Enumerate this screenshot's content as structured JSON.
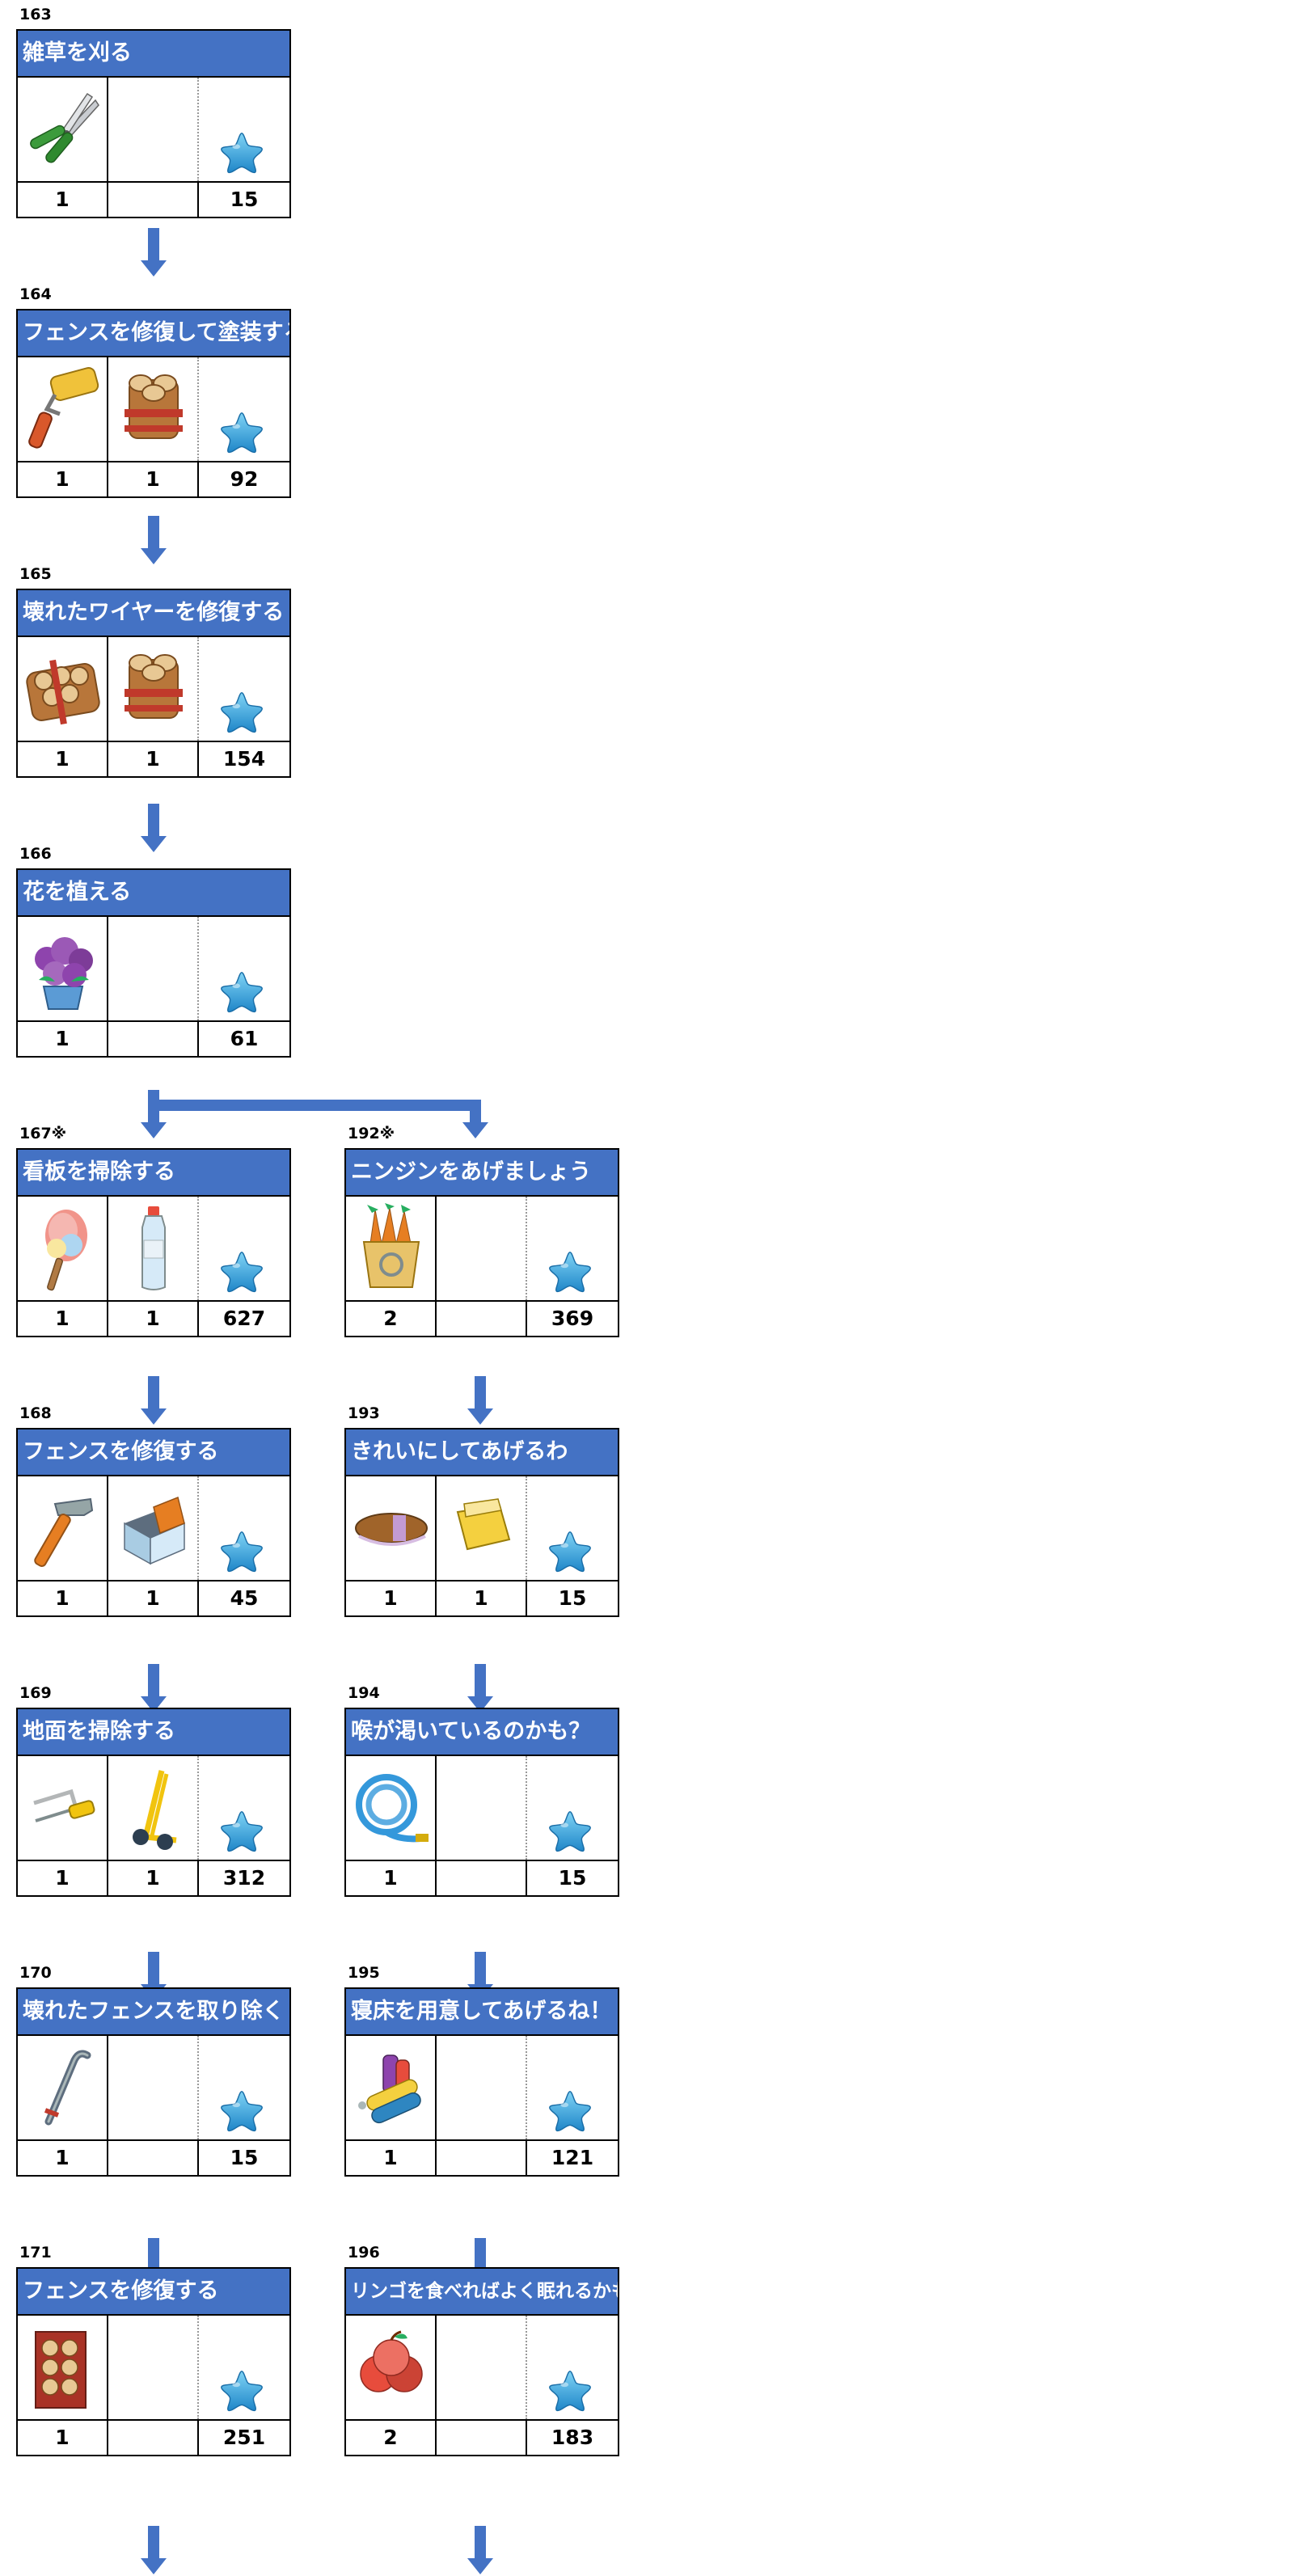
{
  "colors": {
    "header": "#4472c4",
    "arrow": "#4472c4",
    "star": "#3ea8e0",
    "border": "#000000"
  },
  "tasks": {
    "t163": {
      "num": "163",
      "title": "雑草を刈る",
      "icons": [
        "garden-shears-icon",
        "",
        "star-icon"
      ],
      "counts": [
        "1",
        "",
        "15"
      ]
    },
    "t164": {
      "num": "164",
      "title": "フェンスを修復して塗装する",
      "icons": [
        "paint-roller-icon",
        "tied-logs-icon",
        "star-icon"
      ],
      "counts": [
        "1",
        "1",
        "92"
      ]
    },
    "t165": {
      "num": "165",
      "title": "壊れたワイヤーを修復する",
      "icons": [
        "log-bundle-icon",
        "tied-logs-icon",
        "star-icon"
      ],
      "counts": [
        "1",
        "1",
        "154"
      ]
    },
    "t166": {
      "num": "166",
      "title": "花を植える",
      "icons": [
        "flower-pot-icon",
        "",
        "star-icon"
      ],
      "counts": [
        "1",
        "",
        "61"
      ]
    },
    "t167": {
      "num": "167※",
      "title": "看板を掃除する",
      "icons": [
        "feather-duster-icon",
        "water-bottle-icon",
        "star-icon"
      ],
      "counts": [
        "1",
        "1",
        "627"
      ]
    },
    "t168": {
      "num": "168",
      "title": "フェンスを修復する",
      "icons": [
        "hammer-icon",
        "nail-box-icon",
        "star-icon"
      ],
      "counts": [
        "1",
        "1",
        "45"
      ]
    },
    "t169": {
      "num": "169",
      "title": "地面を掃除する",
      "icons": [
        "hacksaw-icon",
        "hand-truck-icon",
        "star-icon"
      ],
      "counts": [
        "1",
        "1",
        "312"
      ]
    },
    "t170": {
      "num": "170",
      "title": "壊れたフェンスを取り除く",
      "icons": [
        "crowbar-icon",
        "",
        "star-icon"
      ],
      "counts": [
        "1",
        "",
        "15"
      ]
    },
    "t171": {
      "num": "171",
      "title": "フェンスを修復する",
      "icons": [
        "log-rack-icon",
        "",
        "star-icon"
      ],
      "counts": [
        "1",
        "",
        "251"
      ]
    },
    "t192": {
      "num": "192※",
      "title": "ニンジンをあげましょう",
      "icons": [
        "carrot-basket-icon",
        "",
        "star-icon"
      ],
      "counts": [
        "2",
        "",
        "369"
      ]
    },
    "t193": {
      "num": "193",
      "title": "きれいにしてあげるわ",
      "icons": [
        "brush-icon",
        "sponge-cloth-icon",
        "star-icon"
      ],
      "counts": [
        "1",
        "1",
        "15"
      ]
    },
    "t194": {
      "num": "194",
      "title": "喉が渇いているのかも？",
      "icons": [
        "garden-hose-icon",
        "",
        "star-icon"
      ],
      "counts": [
        "1",
        "",
        "15"
      ]
    },
    "t195": {
      "num": "195",
      "title": "寝床を用意してあげるね！",
      "icons": [
        "fabric-rolls-icon",
        "",
        "star-icon"
      ],
      "counts": [
        "1",
        "",
        "121"
      ]
    },
    "t196": {
      "num": "196",
      "title": "リンゴを食べればよく眠れるかも",
      "icons": [
        "apples-icon",
        "",
        "star-icon"
      ],
      "counts": [
        "2",
        "",
        "183"
      ]
    }
  }
}
